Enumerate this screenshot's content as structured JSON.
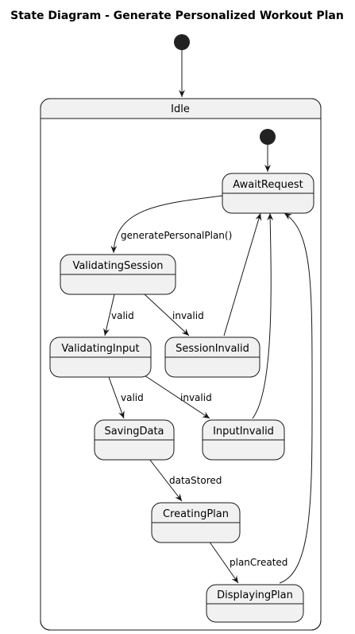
{
  "diagram": {
    "title": "State Diagram - Generate Personalized Workout Plan",
    "composite_state": "Idle",
    "states": {
      "await_request": "AwaitRequest",
      "validating_session": "ValidatingSession",
      "validating_input": "ValidatingInput",
      "session_invalid": "SessionInvalid",
      "saving_data": "SavingData",
      "input_invalid": "InputInvalid",
      "creating_plan": "CreatingPlan",
      "displaying_plan": "DisplayingPlan"
    },
    "transitions": {
      "generate": "generatePersonalPlan()",
      "session_valid": "valid",
      "session_invalid": "invalid",
      "input_valid": "valid",
      "input_invalid": "invalid",
      "data_stored": "dataStored",
      "plan_created": "planCreated"
    }
  },
  "colors": {
    "state_fill": "#f1f1f1",
    "stroke": "#181818",
    "initial_node": "#222222",
    "background": "#ffffff"
  }
}
